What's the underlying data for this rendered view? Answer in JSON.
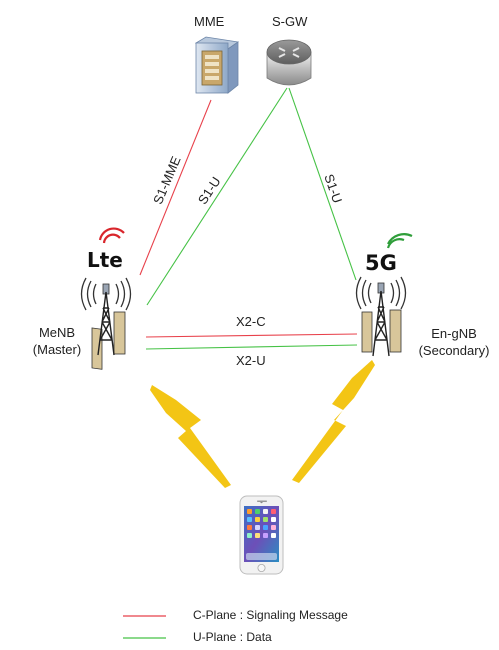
{
  "nodes": {
    "mme": "MME",
    "sgw": "S-GW",
    "menb": {
      "name": "MeNB",
      "role": "(Master)",
      "logo": "Lte"
    },
    "engnb": {
      "name": "En-gNB",
      "role": "(Secondary)",
      "logo": "5G"
    }
  },
  "links": {
    "s1_mme": "S1-MME",
    "s1_u_left": "S1-U",
    "s1_u_right": "S1-U",
    "x2_c": "X2-C",
    "x2_u": "X2-U"
  },
  "legend": {
    "c_plane": "C-Plane : Signaling Message",
    "u_plane": "U-Plane : Data"
  },
  "colors": {
    "c_plane": "#e8414b",
    "u_plane": "#46c246",
    "lightning": "#f3c515",
    "logo_5g_green": "#2f9e3a",
    "logo_lte_red": "#d9262c"
  }
}
